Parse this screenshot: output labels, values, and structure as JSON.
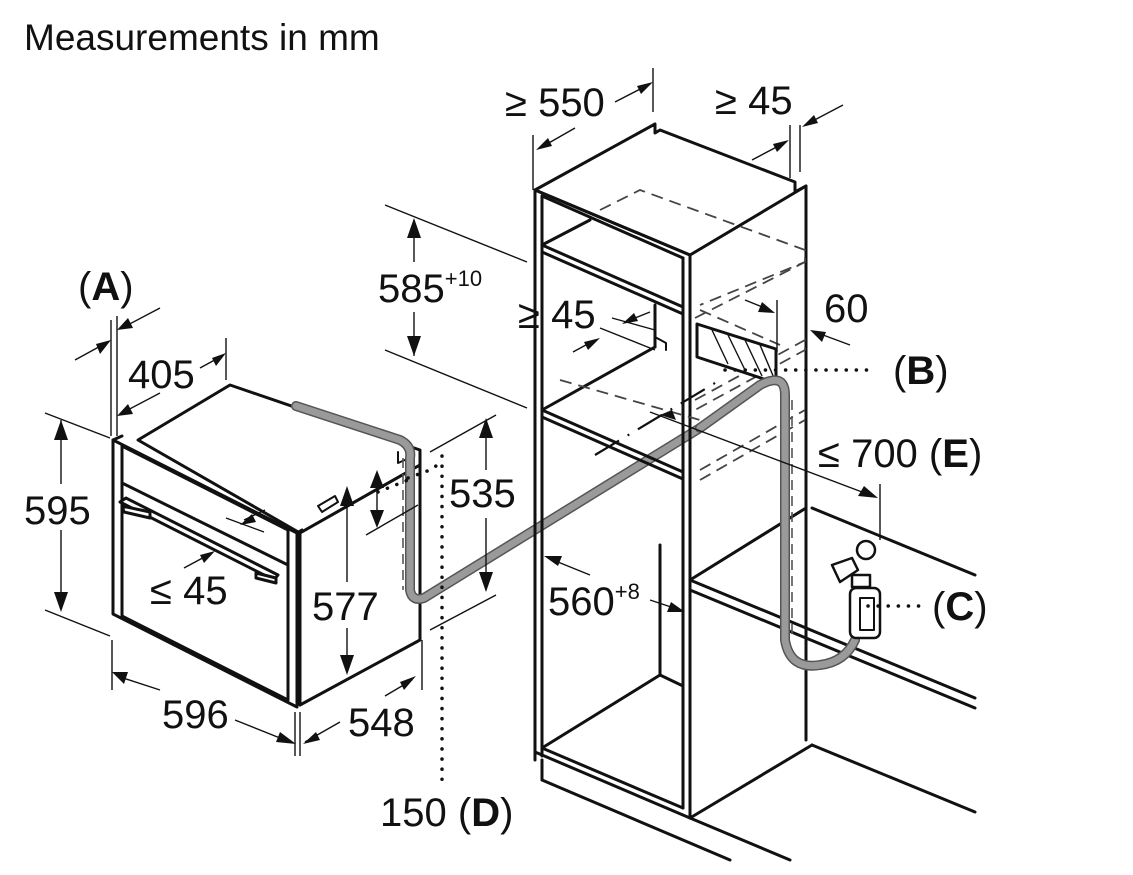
{
  "title": "Measurements in mm",
  "oven": {
    "label_A": "A",
    "width": "596",
    "height": "595",
    "depth": "548",
    "top_depth": "405",
    "handle_projection": "≤ 45",
    "rear_height": "577",
    "hose_height": "535"
  },
  "cabinet": {
    "depth_min": "≥ 550",
    "rear_gap_min": "≥ 45",
    "niche_height": "585",
    "niche_height_tol": "+10",
    "shelf_gap_min": "≥ 45",
    "vent_depth": "60",
    "niche_width": "560",
    "niche_width_tol": "+8"
  },
  "callouts": {
    "B": "B",
    "C": "C",
    "D_value": "150",
    "D": "D",
    "E_value": "≤ 700",
    "E": "E"
  }
}
